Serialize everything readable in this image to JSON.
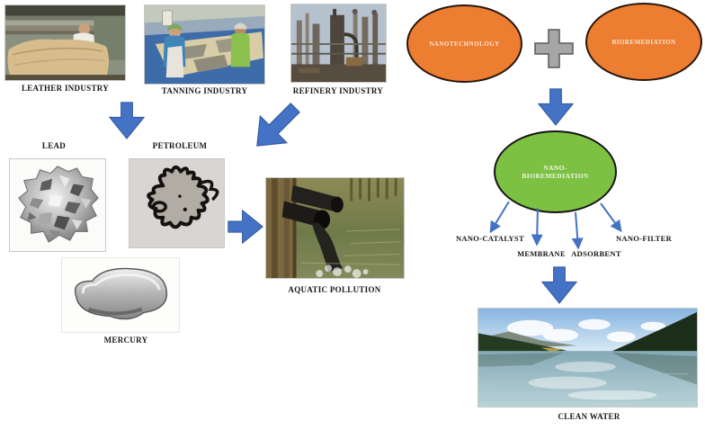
{
  "industries": [
    {
      "label": "LEATHER INDUSTRY"
    },
    {
      "label": "TANNING INDUSTRY"
    },
    {
      "label": "REFINERY INDUSTRY"
    }
  ],
  "pollutants": {
    "lead": "LEAD",
    "petroleum": "PETROLEUM",
    "mercury": "MERCURY"
  },
  "aquatic_pollution_label": "AQUATIC POLLUTION",
  "combo": {
    "nanotechnology": "NANOTECHNOLOGY",
    "plus": "+",
    "bioremediation": "BIOREMEDIATION"
  },
  "nano_bioremediation": {
    "line1": "NANO-",
    "line2": "BIOREMEDIATION"
  },
  "outputs": [
    "NANO-CATALYST",
    "MEMBRANE",
    "ADSORBENT",
    "NANO-FILTER"
  ],
  "clean_water_label": "CLEAN WATER",
  "colors": {
    "arrow_blue": "#4472C4",
    "arrow_blue_dark": "#2F5597",
    "ellipse_orange": "#ED7D31",
    "ellipse_green": "#7CC142",
    "plus_gray": "#A6A6A6"
  }
}
